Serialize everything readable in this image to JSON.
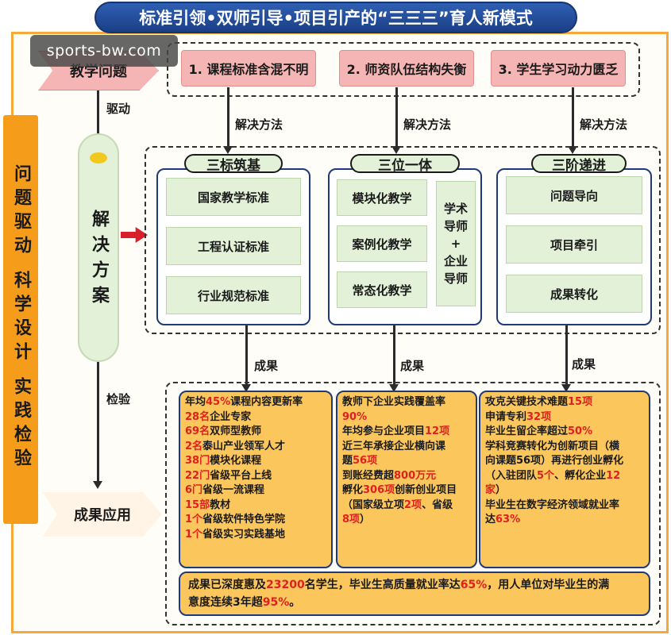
{
  "title": "标准引领•双师引导•项目引产的“三三三”育人新模式",
  "watermark": "sports-bw.com",
  "left_column": [
    "问题驱动",
    "科学设计",
    "实践检验"
  ],
  "flow": {
    "problem_label": "教学问题",
    "drive_label": "驱动",
    "solution_label": "解决方案",
    "check_label": "检验",
    "result_label": "成果应用"
  },
  "problems": [
    "1. 课程标准含混不明",
    "2. 师资队伍结构失衡",
    "3. 学生学习动力匮乏"
  ],
  "method_label": "解决方法",
  "result_arrow_label": "成果",
  "groups": [
    {
      "title": "三标筑基",
      "items": [
        "国家教学标准",
        "工程认证标准",
        "行业规范标准"
      ]
    },
    {
      "title": "三位一体",
      "items": [
        "模块化教学",
        "案例化教学",
        "常态化教学"
      ],
      "side": [
        "学术",
        "导师",
        "+",
        "企业",
        "导师"
      ]
    },
    {
      "title": "三阶递进",
      "items": [
        "问题导向",
        "项目牵引",
        "成果转化"
      ]
    }
  ],
  "results": [
    [
      [
        {
          "t": "年均"
        },
        {
          "t": "45%",
          "r": true
        },
        {
          "t": "课程内容更新率"
        }
      ],
      [
        {
          "t": "28名",
          "r": true
        },
        {
          "t": "企业专家"
        }
      ],
      [
        {
          "t": "69名",
          "r": true
        },
        {
          "t": "双师型教师"
        }
      ],
      [
        {
          "t": "2名",
          "r": true
        },
        {
          "t": "泰山产业领军人才"
        }
      ],
      [
        {
          "t": "38门",
          "r": true
        },
        {
          "t": "模块化课程"
        }
      ],
      [
        {
          "t": "22门",
          "r": true
        },
        {
          "t": "省级平台上线"
        }
      ],
      [
        {
          "t": "6门",
          "r": true
        },
        {
          "t": "省级一流课程"
        }
      ],
      [
        {
          "t": "15部",
          "r": true
        },
        {
          "t": "教材"
        }
      ],
      [
        {
          "t": "1个",
          "r": true
        },
        {
          "t": "省级软件特色学院"
        }
      ],
      [
        {
          "t": "1个",
          "r": true
        },
        {
          "t": "省级实习实践基地"
        }
      ]
    ],
    [
      [
        {
          "t": "教师下企业实践覆盖率"
        }
      ],
      [
        {
          "t": "90%",
          "r": true
        }
      ],
      [
        {
          "t": "年均参与企业项目"
        },
        {
          "t": "12项",
          "r": true
        }
      ],
      [
        {
          "t": "近三年承接企业横向课"
        }
      ],
      [
        {
          "t": "题"
        },
        {
          "t": "56项",
          "r": true
        }
      ],
      [
        {
          "t": "到账经费超"
        },
        {
          "t": "800万元",
          "r": true
        }
      ],
      [
        {
          "t": "孵化"
        },
        {
          "t": "306项",
          "r": true
        },
        {
          "t": "创新创业项目"
        }
      ],
      [
        {
          "t": "（国家级立项"
        },
        {
          "t": "2项",
          "r": true
        },
        {
          "t": "、省级"
        }
      ],
      [
        {
          "t": "8项",
          "r": true
        },
        {
          "t": "）"
        }
      ]
    ],
    [
      [
        {
          "t": "攻克关键技术难题"
        },
        {
          "t": "15项",
          "r": true
        }
      ],
      [
        {
          "t": "申请专利"
        },
        {
          "t": "32项",
          "r": true
        }
      ],
      [
        {
          "t": "毕业生留企率超过"
        },
        {
          "t": "50%",
          "r": true
        }
      ],
      [
        {
          "t": "学科竞赛转化为创新项目（横"
        }
      ],
      [
        {
          "t": "向课题56项）再进行创业孵化"
        }
      ],
      [
        {
          "t": "（入驻团队"
        },
        {
          "t": "5个",
          "r": true
        },
        {
          "t": "、孵化企业"
        },
        {
          "t": "12",
          "r": true
        }
      ],
      [
        {
          "t": "家",
          "r": true
        },
        {
          "t": "）"
        }
      ],
      [
        {
          "t": "毕业生在数字经济领域就业率"
        }
      ],
      [
        {
          "t": "达"
        },
        {
          "t": "63%",
          "r": true
        }
      ]
    ]
  ],
  "summary": [
    [
      {
        "t": "成果已深度惠及"
      },
      {
        "t": "23200",
        "r": true
      },
      {
        "t": "名学生，毕业生高质量就业率达"
      },
      {
        "t": "65%",
        "r": true
      },
      {
        "t": "，用人单位对毕业生的满"
      }
    ],
    [
      {
        "t": "意度连续3年超"
      },
      {
        "t": "95%",
        "r": true
      },
      {
        "t": "。"
      }
    ]
  ]
}
